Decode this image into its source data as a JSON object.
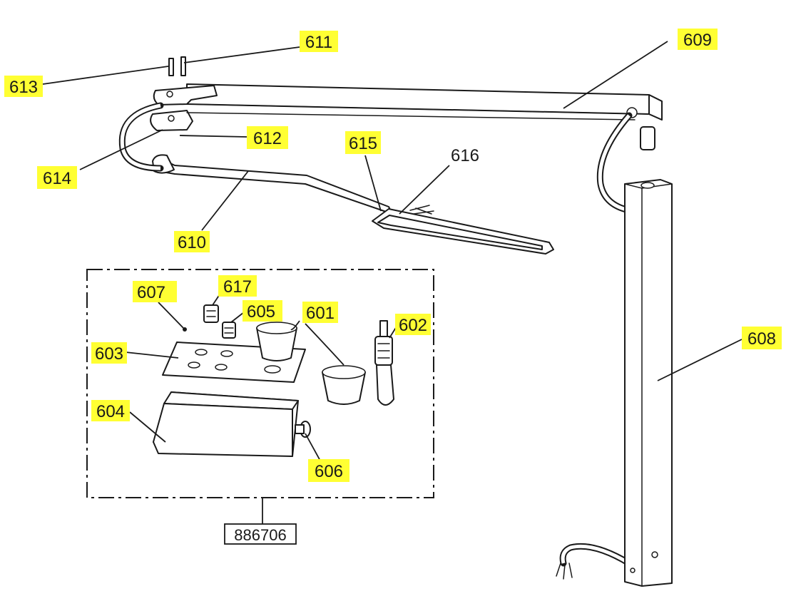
{
  "diagram": {
    "highlight_color": "#ffff33",
    "line_color": "#1a1a1a",
    "kit_number": "886706",
    "callouts": [
      {
        "id": "611",
        "text": "611",
        "highlighted": true
      },
      {
        "id": "613",
        "text": "613",
        "highlighted": true
      },
      {
        "id": "609",
        "text": "609",
        "highlighted": true
      },
      {
        "id": "612",
        "text": "612",
        "highlighted": true
      },
      {
        "id": "614",
        "text": "614",
        "highlighted": true
      },
      {
        "id": "615",
        "text": "615",
        "highlighted": true
      },
      {
        "id": "616",
        "text": "616",
        "highlighted": false
      },
      {
        "id": "610",
        "text": "610",
        "highlighted": true
      },
      {
        "id": "607",
        "text": "607",
        "highlighted": true
      },
      {
        "id": "617",
        "text": "617",
        "highlighted": true
      },
      {
        "id": "605",
        "text": "605",
        "highlighted": true
      },
      {
        "id": "601",
        "text": "601",
        "highlighted": true
      },
      {
        "id": "602",
        "text": "602",
        "highlighted": true
      },
      {
        "id": "603",
        "text": "603",
        "highlighted": true
      },
      {
        "id": "604",
        "text": "604",
        "highlighted": true
      },
      {
        "id": "606",
        "text": "606",
        "highlighted": true
      },
      {
        "id": "608",
        "text": "608",
        "highlighted": true
      }
    ]
  }
}
